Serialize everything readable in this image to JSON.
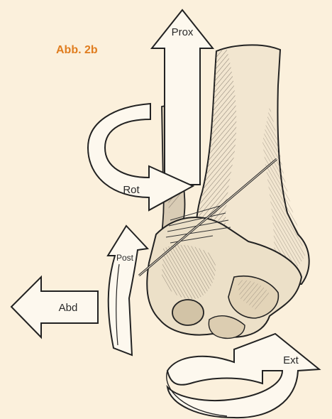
{
  "figure_label": "Abb. 2b",
  "arrows": {
    "prox": "Prox",
    "rot": "Rot",
    "post": "Post",
    "abd": "Abd",
    "ext": "Ext"
  },
  "colors": {
    "background": "#fbf0dc",
    "label": "#e07d1f",
    "ink": "#2a2a2a",
    "arrow_fill": "#fdf8ee"
  }
}
